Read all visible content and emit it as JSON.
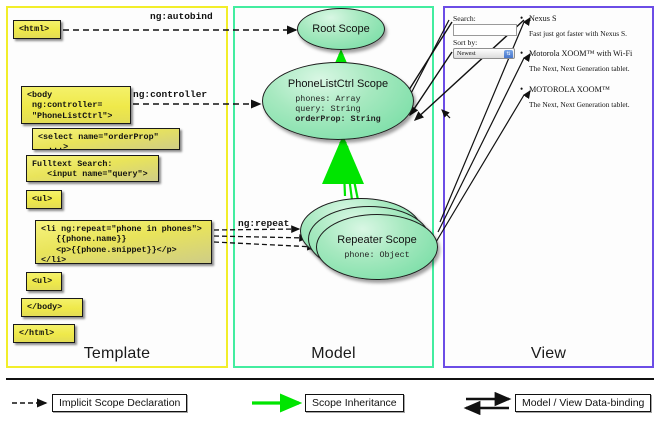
{
  "columns": [
    {
      "key": "template",
      "label": "Template",
      "border_color": "#f2ee2a"
    },
    {
      "key": "model",
      "label": "Model",
      "border_color": "#43eda0"
    },
    {
      "key": "view",
      "label": "View",
      "border_color": "#6c4de6"
    }
  ],
  "template": {
    "boxes": [
      {
        "id": "html",
        "text": "<html>"
      },
      {
        "id": "body",
        "text": "<body\n ng:controller=\n \"PhoneListCtrl\">"
      },
      {
        "id": "select",
        "text": "<select name=\"orderProp\"\n  ...>"
      },
      {
        "id": "search",
        "text": "Fulltext Search:\n   <input name=\"query\">"
      },
      {
        "id": "ul-open",
        "text": "<ul>"
      },
      {
        "id": "li",
        "text": "<li ng:repeat=\"phone in phones\">\n   {{phone.name}}\n   <p>{{phone.snippet}}</p>\n</li>"
      },
      {
        "id": "ul-close",
        "text": "<ul>"
      },
      {
        "id": "body-end",
        "text": "</body>"
      },
      {
        "id": "html-end",
        "text": "</html>"
      }
    ]
  },
  "model": {
    "scopes": [
      {
        "id": "root",
        "title": "Root\nScope",
        "props": []
      },
      {
        "id": "phonelistctrl",
        "title": "PhoneListCtrl\nScope",
        "props": [
          {
            "text": "phones: Array",
            "bold": false
          },
          {
            "text": "query: String",
            "bold": false
          },
          {
            "text": "orderProp: String",
            "bold": true
          }
        ]
      },
      {
        "id": "repeater",
        "title": "Repeater\nScope",
        "props": [
          {
            "text": "phone: Object",
            "bold": false
          }
        ]
      }
    ]
  },
  "view": {
    "search_label": "Search:",
    "search_value": "",
    "sort_label": "Sort by:",
    "sort_selected": "Newest",
    "phones": [
      {
        "name": "Nexus S",
        "snippet": "Fast just got faster with Nexus S."
      },
      {
        "name": "Motorola XOOM™ with Wi-Fi",
        "snippet": "The Next, Next Generation tablet."
      },
      {
        "name": "MOTOROLA XOOM™",
        "snippet": "The Next, Next Generation tablet."
      }
    ]
  },
  "edge_labels": {
    "autobind": "ng:autobind",
    "controller": "ng:controller",
    "repeat": "ng:repeat"
  },
  "legend": [
    {
      "id": "implicit",
      "label": "Implicit Scope Declaration",
      "style": "dashed-arrow",
      "color": "#111111"
    },
    {
      "id": "inheritance",
      "label": "Scope Inheritance",
      "style": "solid-arrow",
      "color": "#00e500"
    },
    {
      "id": "databinding",
      "label": "Model / View Data-binding",
      "style": "double-arrow",
      "color": "#111111"
    }
  ],
  "colors": {
    "template_yellow": "#efe94a",
    "model_green": "#6edba0",
    "inheritance_green": "#00e500",
    "view_purple": "#6c4de6"
  }
}
